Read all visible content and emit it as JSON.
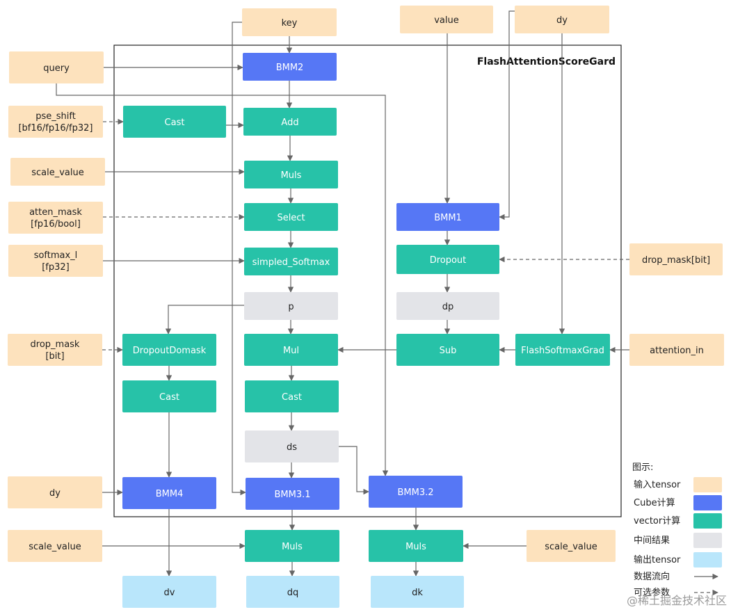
{
  "title": "FlashAttentionScoreGard",
  "colors": {
    "input": "#fde2bd",
    "cube": "#5677f5",
    "vector": "#27c2a8",
    "intermediate": "#e3e4e8",
    "output": "#b9e6fb",
    "line": "#666666",
    "border": "#222222"
  },
  "nodes": [
    {
      "id": "key",
      "label": "key",
      "kind": "input"
    },
    {
      "id": "value",
      "label": "value",
      "kind": "input"
    },
    {
      "id": "dy_top",
      "label": "dy",
      "kind": "input"
    },
    {
      "id": "query",
      "label": "query",
      "kind": "input"
    },
    {
      "id": "bmm2",
      "label": "BMM2",
      "kind": "cube"
    },
    {
      "id": "pse_shift",
      "label": "pse_shift",
      "label2": "[bf16/fp16/fp32]",
      "kind": "input"
    },
    {
      "id": "cast1",
      "label": "Cast",
      "kind": "vector"
    },
    {
      "id": "add",
      "label": "Add",
      "kind": "vector"
    },
    {
      "id": "scale_value1",
      "label": "scale_value",
      "kind": "input"
    },
    {
      "id": "muls1",
      "label": "Muls",
      "kind": "vector"
    },
    {
      "id": "atten_mask",
      "label": "atten_mask",
      "label2": "[fp16/bool]",
      "kind": "input"
    },
    {
      "id": "select",
      "label": "Select",
      "kind": "vector"
    },
    {
      "id": "bmm1",
      "label": "BMM1",
      "kind": "cube"
    },
    {
      "id": "softmax_l",
      "label": "softmax_l",
      "label2": "[fp32]",
      "kind": "input"
    },
    {
      "id": "simpled_softmax",
      "label": "simpled_Softmax",
      "kind": "vector"
    },
    {
      "id": "dropout",
      "label": "Dropout",
      "kind": "vector"
    },
    {
      "id": "drop_mask_bit",
      "label": "drop_mask[bit]",
      "kind": "input"
    },
    {
      "id": "p",
      "label": "p",
      "kind": "intermediate"
    },
    {
      "id": "dp",
      "label": "dp",
      "kind": "intermediate"
    },
    {
      "id": "drop_mask",
      "label": "drop_mask",
      "label2": "[bit]",
      "kind": "input"
    },
    {
      "id": "dropout_domask",
      "label": "DropoutDomask",
      "kind": "vector"
    },
    {
      "id": "mul",
      "label": "Mul",
      "kind": "vector"
    },
    {
      "id": "sub",
      "label": "Sub",
      "kind": "vector"
    },
    {
      "id": "flash_softmax_grad",
      "label": "FlashSoftmaxGrad",
      "kind": "vector"
    },
    {
      "id": "attention_in",
      "label": "attention_in",
      "kind": "input"
    },
    {
      "id": "cast2",
      "label": "Cast",
      "kind": "vector"
    },
    {
      "id": "cast3",
      "label": "Cast",
      "kind": "vector"
    },
    {
      "id": "ds",
      "label": "ds",
      "kind": "intermediate"
    },
    {
      "id": "dy_bottom",
      "label": "dy",
      "kind": "input"
    },
    {
      "id": "bmm4",
      "label": "BMM4",
      "kind": "cube"
    },
    {
      "id": "bmm3_1",
      "label": "BMM3.1",
      "kind": "cube"
    },
    {
      "id": "bmm3_2",
      "label": "BMM3.2",
      "kind": "cube"
    },
    {
      "id": "scale_value2",
      "label": "scale_value",
      "kind": "input"
    },
    {
      "id": "muls2",
      "label": "Muls",
      "kind": "vector"
    },
    {
      "id": "muls3",
      "label": "Muls",
      "kind": "vector"
    },
    {
      "id": "scale_value3",
      "label": "scale_value",
      "kind": "input"
    },
    {
      "id": "dv",
      "label": "dv",
      "kind": "output"
    },
    {
      "id": "dq",
      "label": "dq",
      "kind": "output"
    },
    {
      "id": "dk",
      "label": "dk",
      "kind": "output"
    }
  ],
  "edges": [
    {
      "from": "key",
      "to": "bmm2"
    },
    {
      "from": "query",
      "to": "bmm2"
    },
    {
      "from": "bmm2",
      "to": "add"
    },
    {
      "from": "pse_shift",
      "to": "cast1",
      "optional": true
    },
    {
      "from": "cast1",
      "to": "add"
    },
    {
      "from": "add",
      "to": "muls1"
    },
    {
      "from": "scale_value1",
      "to": "muls1"
    },
    {
      "from": "muls1",
      "to": "select"
    },
    {
      "from": "atten_mask",
      "to": "select",
      "optional": true
    },
    {
      "from": "select",
      "to": "simpled_softmax"
    },
    {
      "from": "softmax_l",
      "to": "simpled_softmax"
    },
    {
      "from": "simpled_softmax",
      "to": "p"
    },
    {
      "from": "p",
      "to": "dropout_domask"
    },
    {
      "from": "p",
      "to": "mul"
    },
    {
      "from": "drop_mask",
      "to": "dropout_domask",
      "optional": true
    },
    {
      "from": "dropout_domask",
      "to": "cast2"
    },
    {
      "from": "cast2",
      "to": "bmm4"
    },
    {
      "from": "dy_bottom",
      "to": "bmm4"
    },
    {
      "from": "bmm4",
      "to": "dv"
    },
    {
      "from": "value",
      "to": "bmm1"
    },
    {
      "from": "dy_top",
      "to": "bmm1"
    },
    {
      "from": "bmm1",
      "to": "dropout"
    },
    {
      "from": "drop_mask_bit",
      "to": "dropout",
      "optional": true
    },
    {
      "from": "dropout",
      "to": "dp"
    },
    {
      "from": "dp",
      "to": "sub"
    },
    {
      "from": "dy_top",
      "to": "flash_softmax_grad"
    },
    {
      "from": "attention_in",
      "to": "flash_softmax_grad"
    },
    {
      "from": "flash_softmax_grad",
      "to": "sub"
    },
    {
      "from": "sub",
      "to": "mul"
    },
    {
      "from": "mul",
      "to": "cast3"
    },
    {
      "from": "cast3",
      "to": "ds"
    },
    {
      "from": "ds",
      "to": "bmm3_1"
    },
    {
      "from": "key",
      "to": "bmm3_1"
    },
    {
      "from": "ds",
      "to": "bmm3_2"
    },
    {
      "from": "query",
      "to": "bmm3_2"
    },
    {
      "from": "bmm3_1",
      "to": "muls2"
    },
    {
      "from": "scale_value2",
      "to": "muls2"
    },
    {
      "from": "muls2",
      "to": "dq"
    },
    {
      "from": "bmm3_2",
      "to": "muls3"
    },
    {
      "from": "scale_value3",
      "to": "muls3"
    },
    {
      "from": "muls3",
      "to": "dk"
    }
  ],
  "legend": {
    "heading": "图示:",
    "items": [
      {
        "label": "输入tensor",
        "kind": "input"
      },
      {
        "label": "Cube计算",
        "kind": "cube"
      },
      {
        "label": "vector计算",
        "kind": "vector"
      },
      {
        "label": "中间结果",
        "kind": "intermediate"
      },
      {
        "label": "输出tensor",
        "kind": "output"
      },
      {
        "label": "数据流向",
        "kind": "solid-arrow"
      },
      {
        "label": "可选参数",
        "kind": "dashed-arrow"
      }
    ]
  },
  "watermark": "@稀土掘金技术社区"
}
